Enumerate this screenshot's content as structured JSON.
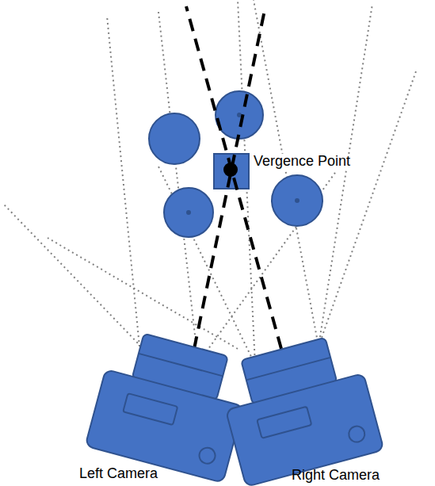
{
  "diagram": {
    "labels": [
      "Vergence Point",
      "Left Camera",
      "Right Camera"
    ]
  }
}
